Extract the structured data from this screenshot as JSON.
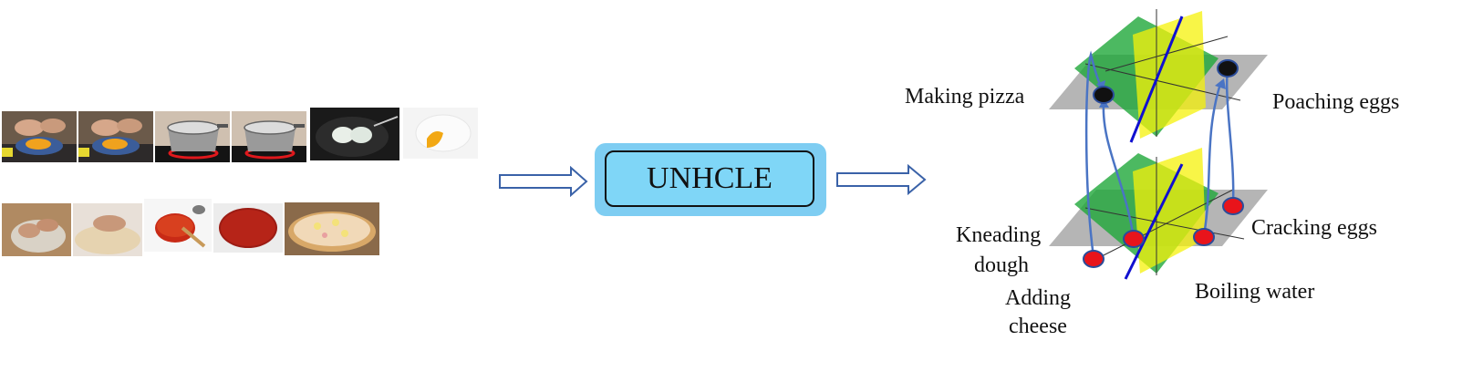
{
  "model": {
    "label": "UNHCLE"
  },
  "labels": {
    "making_pizza": "Making pizza",
    "poaching_eggs": "Poaching eggs",
    "kneading_dough_1": "Kneading",
    "kneading_dough_2": "dough",
    "cracking_eggs": "Cracking eggs",
    "adding_cheese_1": "Adding",
    "adding_cheese_2": "cheese",
    "boiling_water": "Boiling water"
  },
  "colors": {
    "model_box": "#7ecdf2",
    "arrow_outline": "#3a62a8",
    "plane_gray": "#a8a8a8",
    "plane_green": "#1fa83a",
    "plane_yellow": "#f5f20a",
    "axis_blue": "#1010d0",
    "curve_blue": "#4a74c4",
    "node_red": "#e8141b",
    "node_black": "#111111"
  }
}
